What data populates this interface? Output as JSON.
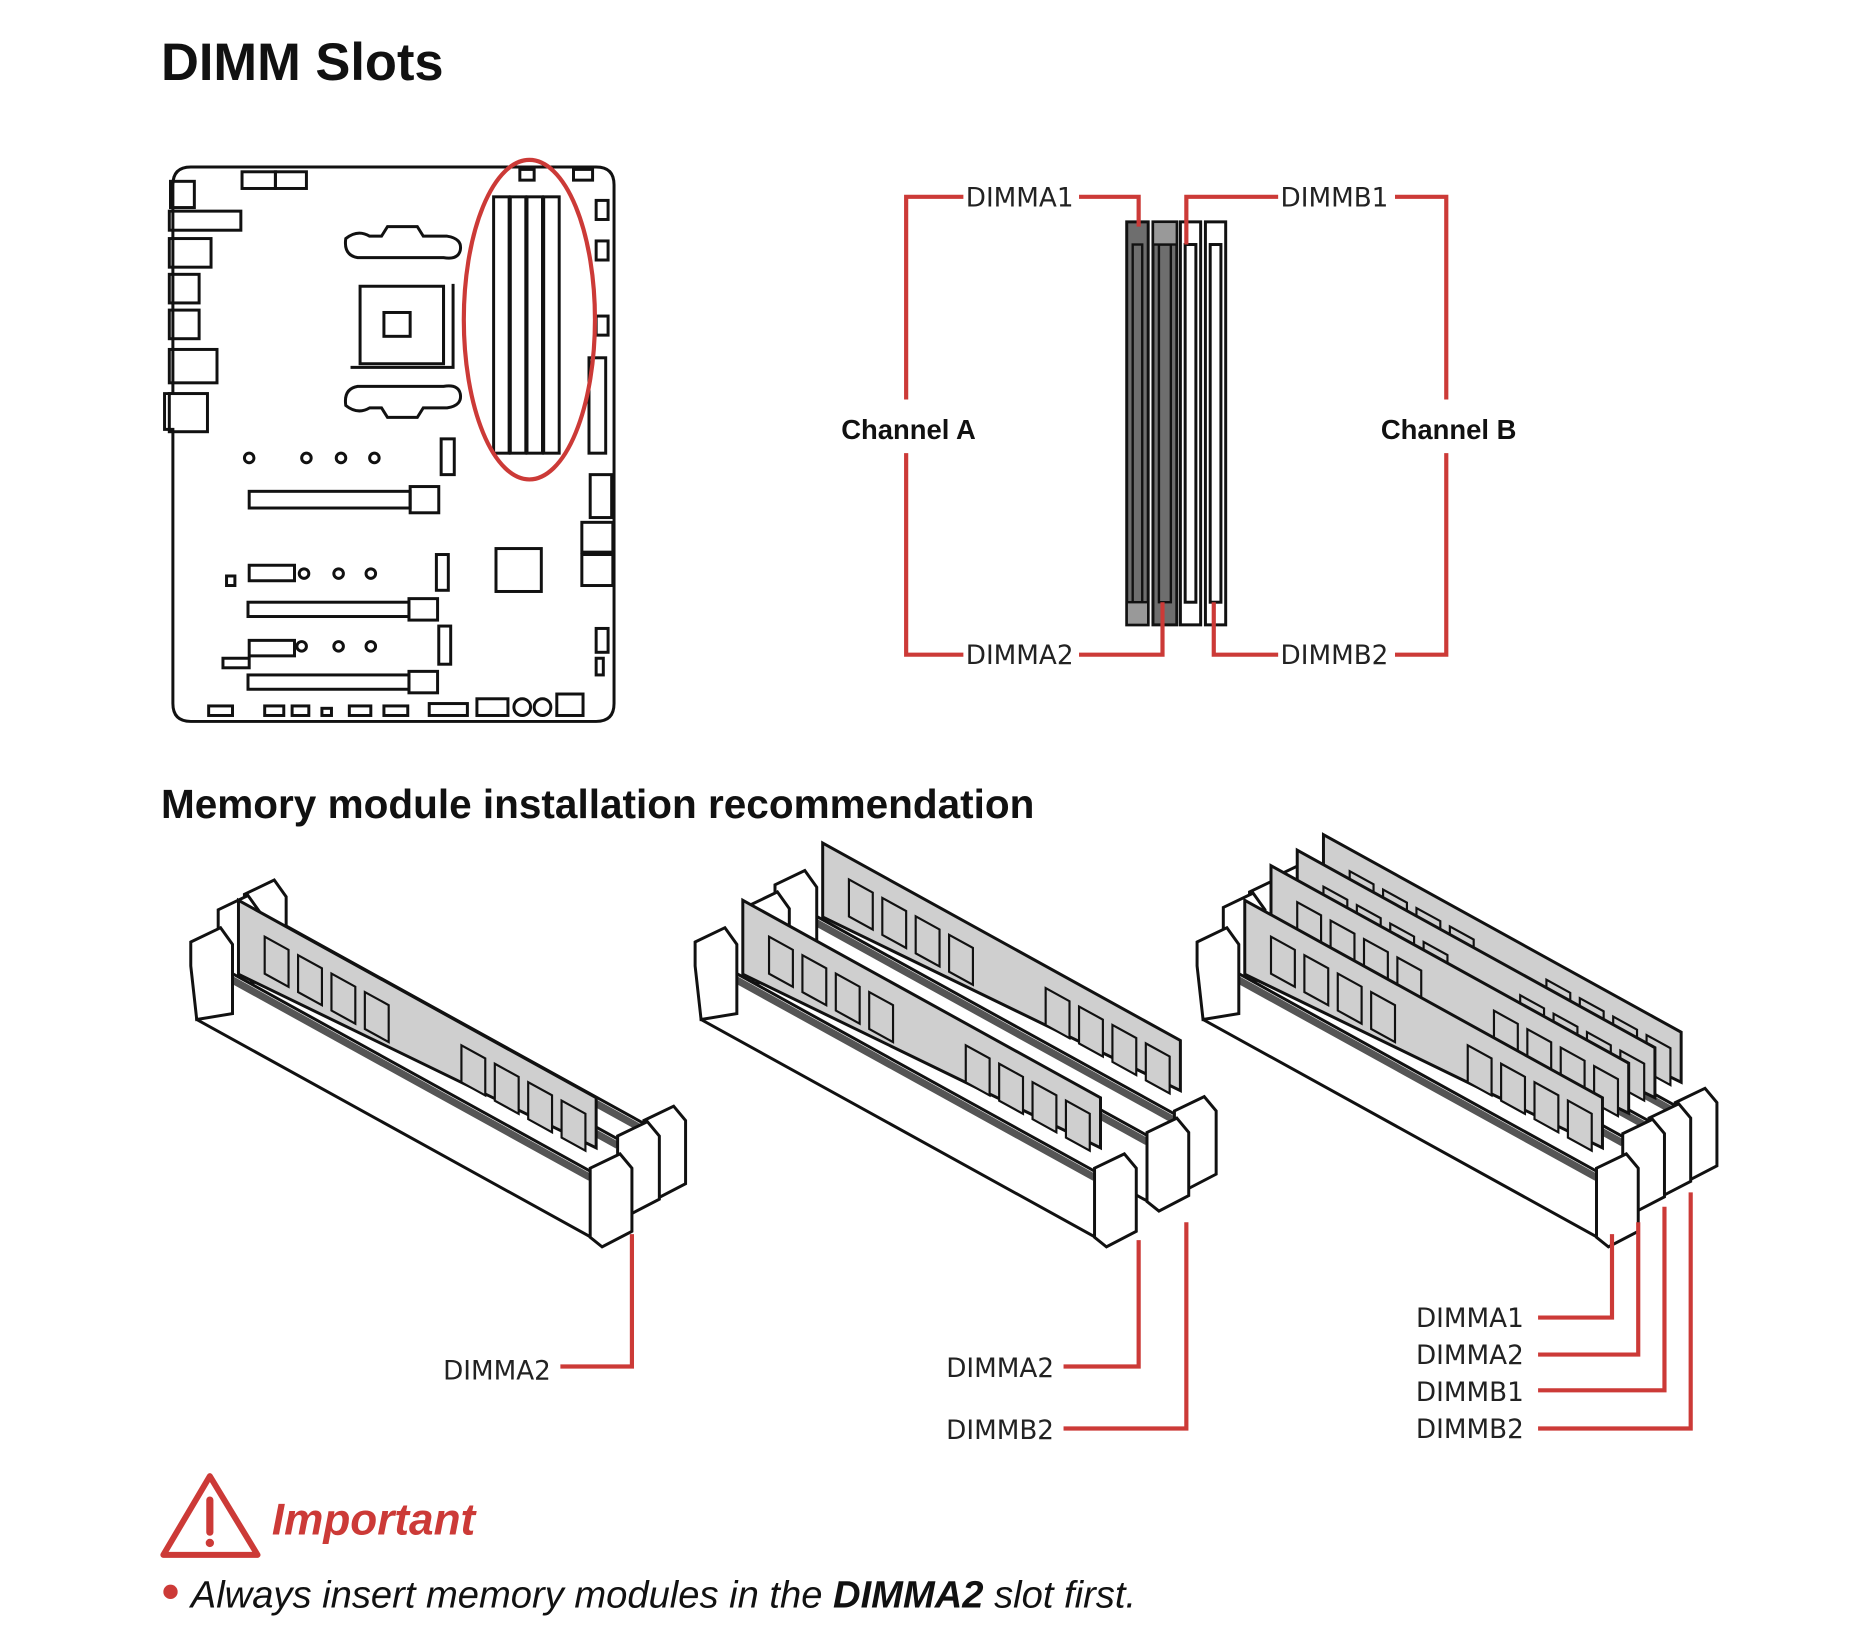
{
  "title": "DIMM Slots",
  "diagram": {
    "slot_labels": {
      "a1": "DIMMA1",
      "a2": "DIMMA2",
      "b1": "DIMMB1",
      "b2": "DIMMB2"
    },
    "channel_a": "Channel A",
    "channel_b": "Channel B"
  },
  "recommendation": {
    "heading": "Memory module installation recommendation",
    "config1": [
      "DIMMA2"
    ],
    "config2": [
      "DIMMA2",
      "DIMMB2"
    ],
    "config3": [
      "DIMMA1",
      "DIMMA2",
      "DIMMB1",
      "DIMMB2"
    ]
  },
  "important": {
    "heading": "Important",
    "note_prefix": "Always insert memory modules in the ",
    "note_bold": "DIMMA2",
    "note_suffix": " slot first."
  },
  "colors": {
    "accent": "#cc3a37",
    "module": "#cfcfcf",
    "slot_dark": "#6e6e6e"
  }
}
